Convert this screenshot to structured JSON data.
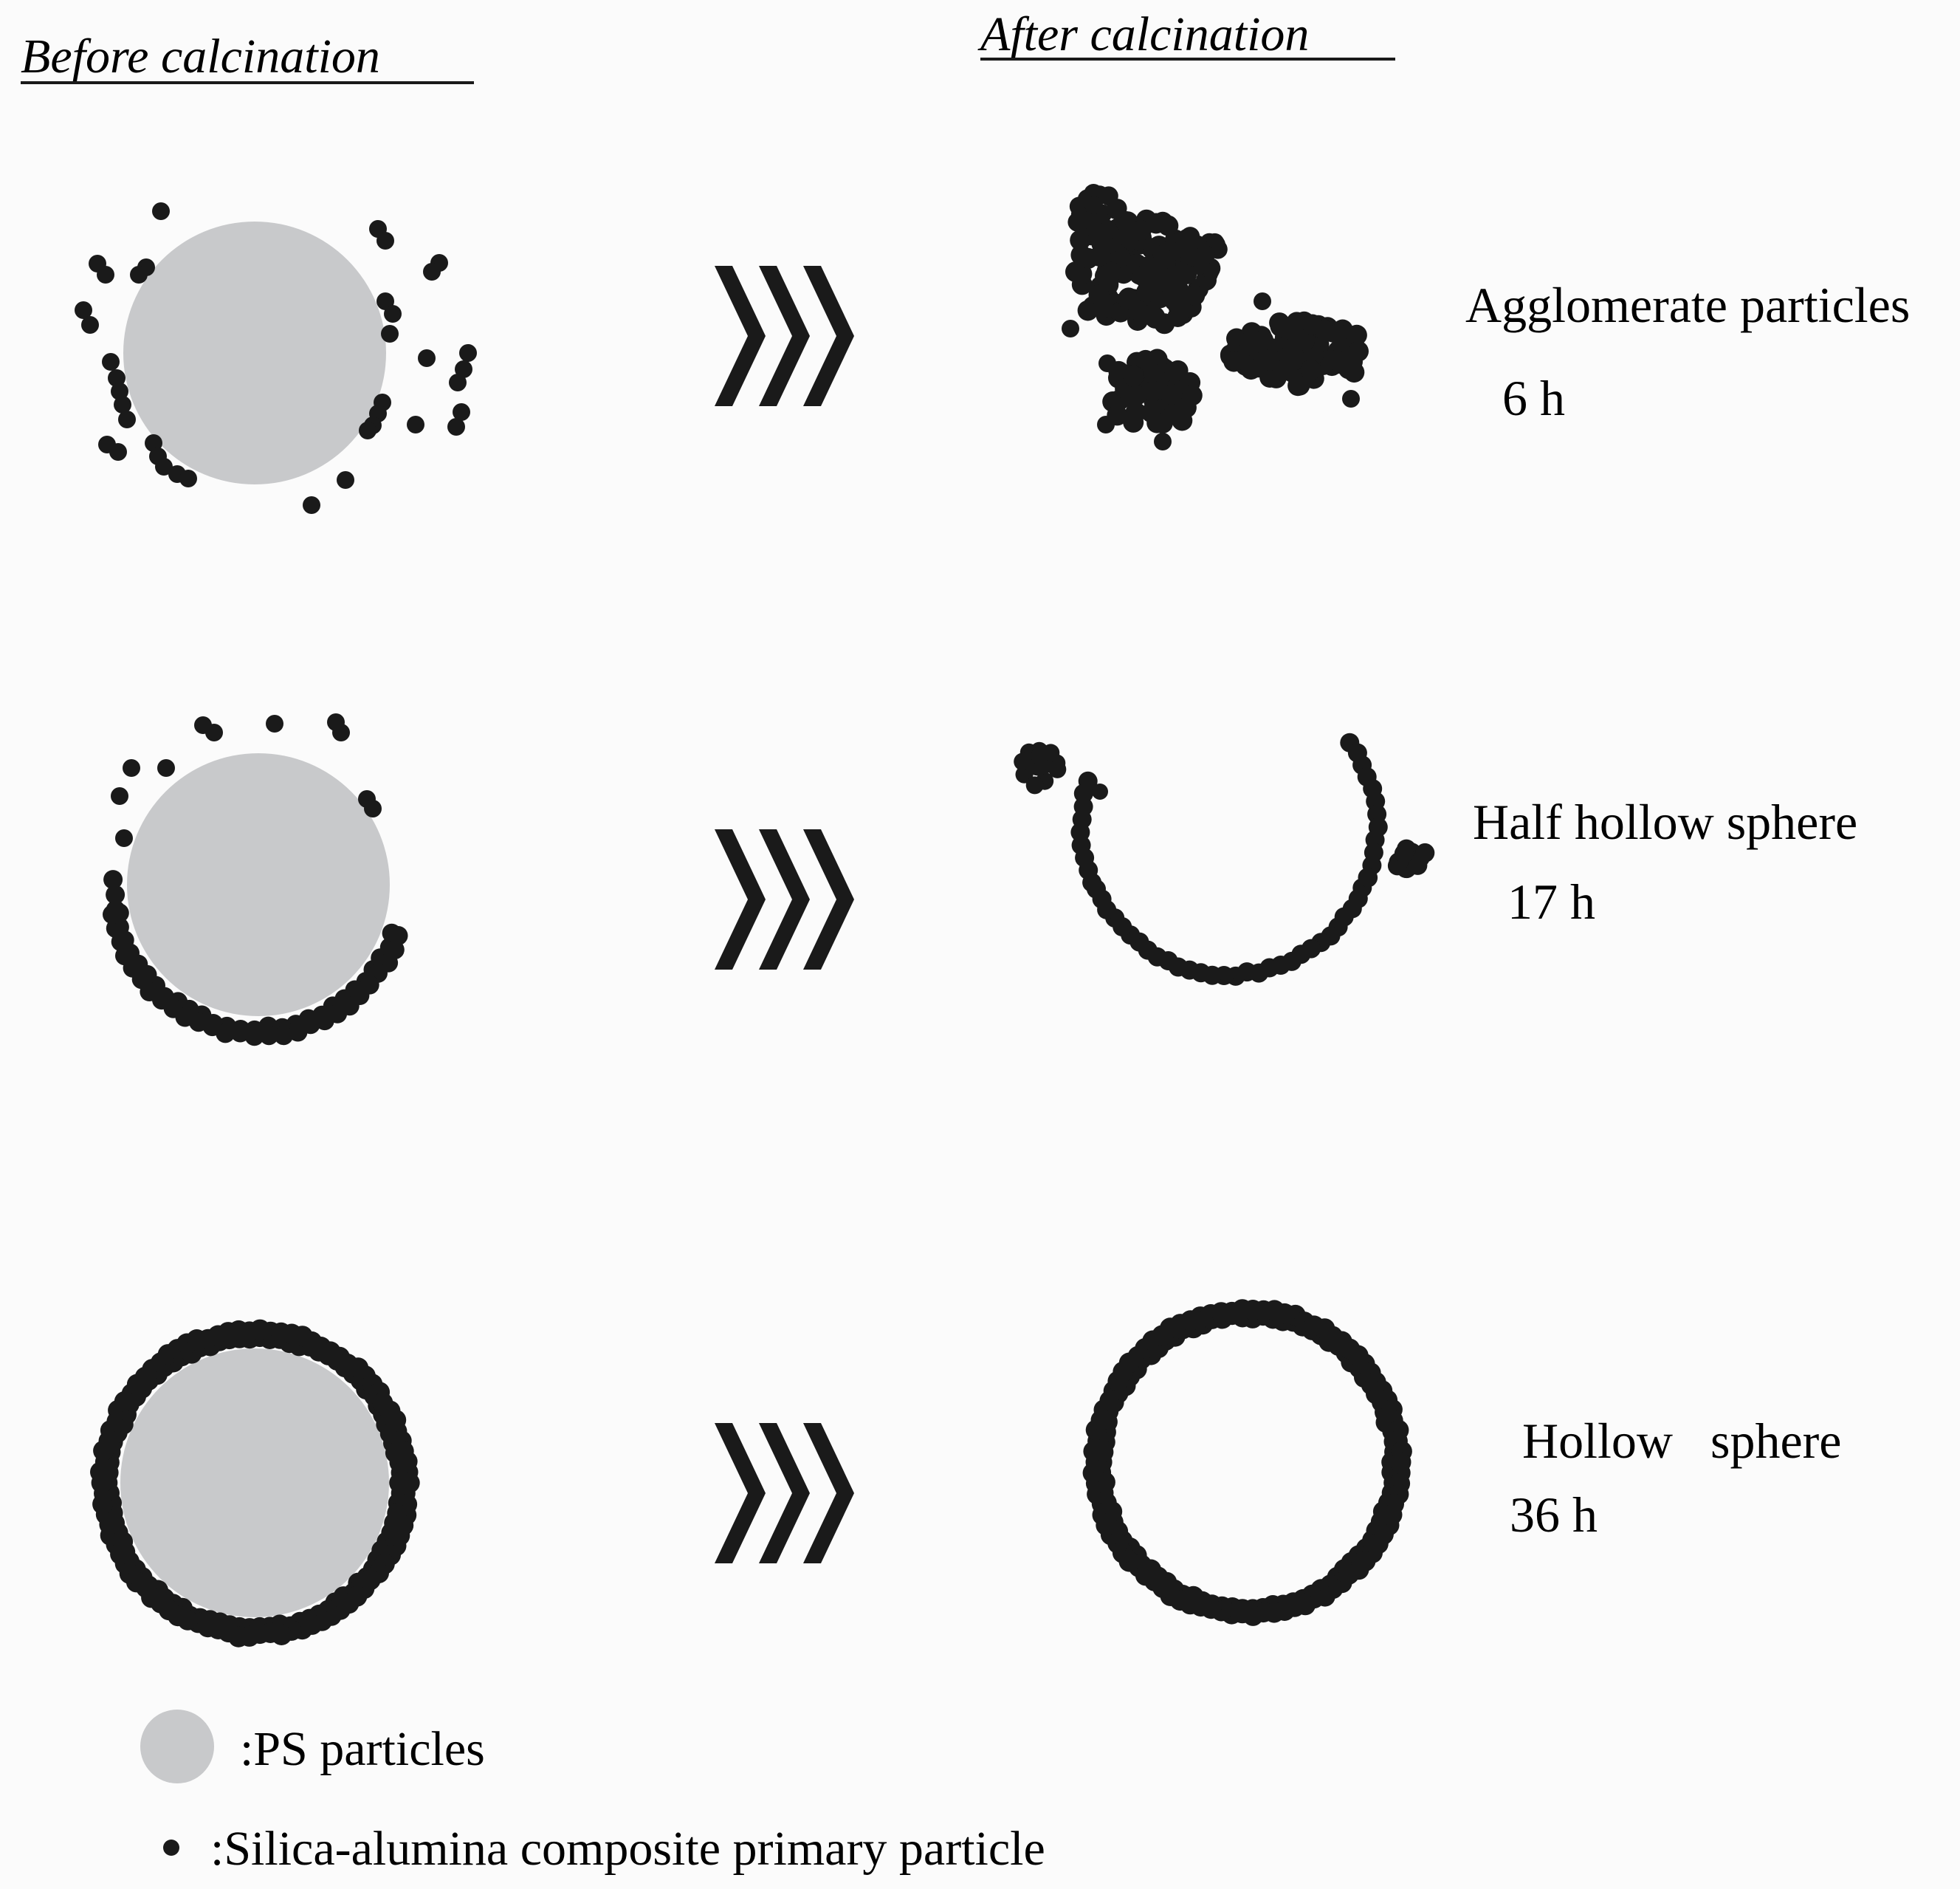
{
  "headers": {
    "before": "Before calcination",
    "after": "After calcination"
  },
  "rows": [
    {
      "result": "Agglomerate particles",
      "time": "6  h"
    },
    {
      "result": "Half hollow sphere",
      "time": "17  h"
    },
    {
      "result": "Hollow   sphere",
      "time": "36  h"
    }
  ],
  "legend": {
    "ps": ":PS particles",
    "silica": ":Silica-alumina composite primary particle"
  },
  "colors": {
    "ps_particle": "#c8c9cb",
    "primary_particle": "#1a1a1a",
    "background": "#fbfbfb"
  },
  "icons": [
    "ps-particle-icon",
    "primary-particle-icon",
    "triple-chevron-arrow-icon"
  ]
}
